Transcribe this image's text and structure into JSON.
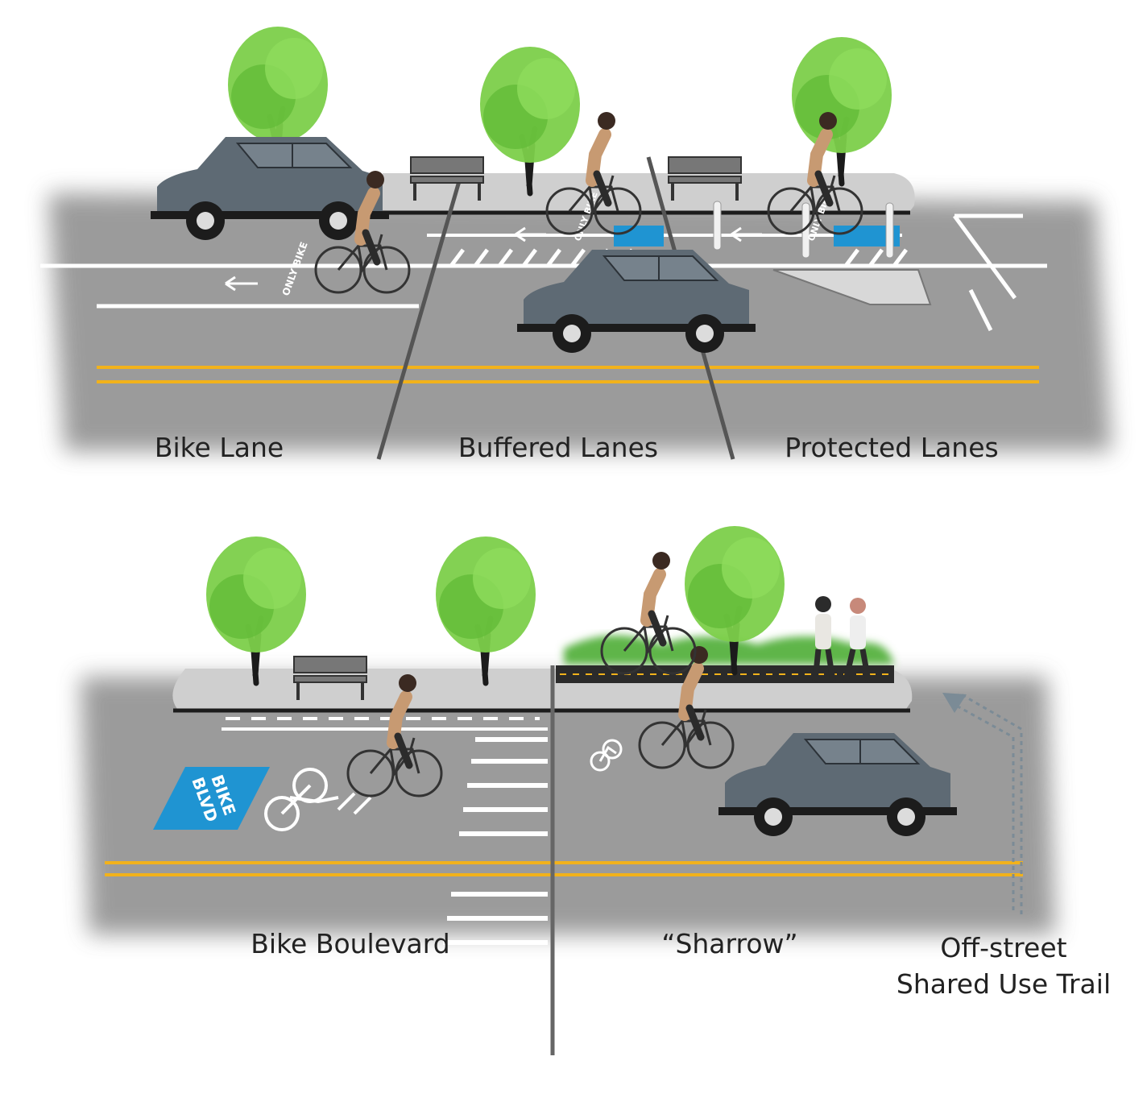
{
  "colors": {
    "road": "#8a8a8a",
    "road_light": "#b9b9b9",
    "sidewalk": "#cfcfcf",
    "curb": "#1c1c1c",
    "tree": "#7ccf4a",
    "tree_dark": "#4fa62e",
    "trunk": "#1b1b1b",
    "car": "#5e6a74",
    "yellow_line": "#f2b21b",
    "blue_marking": "#1f94d2",
    "trail": "#2b2b2b",
    "hedge": "#5fb54a"
  },
  "panels": {
    "bike_lane": "Bike Lane",
    "buffered_lanes": "Buffered Lanes",
    "protected_lanes": "Protected Lanes",
    "bike_boulevard": "Bike Boulevard",
    "sharrow": "“Sharrow”",
    "off_street_line1": "Off-street",
    "off_street_line2": "Shared Use Trail"
  },
  "markings": {
    "only_bike": "ONLY BIKE",
    "bike_blvd_line1": "BIKE",
    "bike_blvd_line2": "BLVD"
  }
}
